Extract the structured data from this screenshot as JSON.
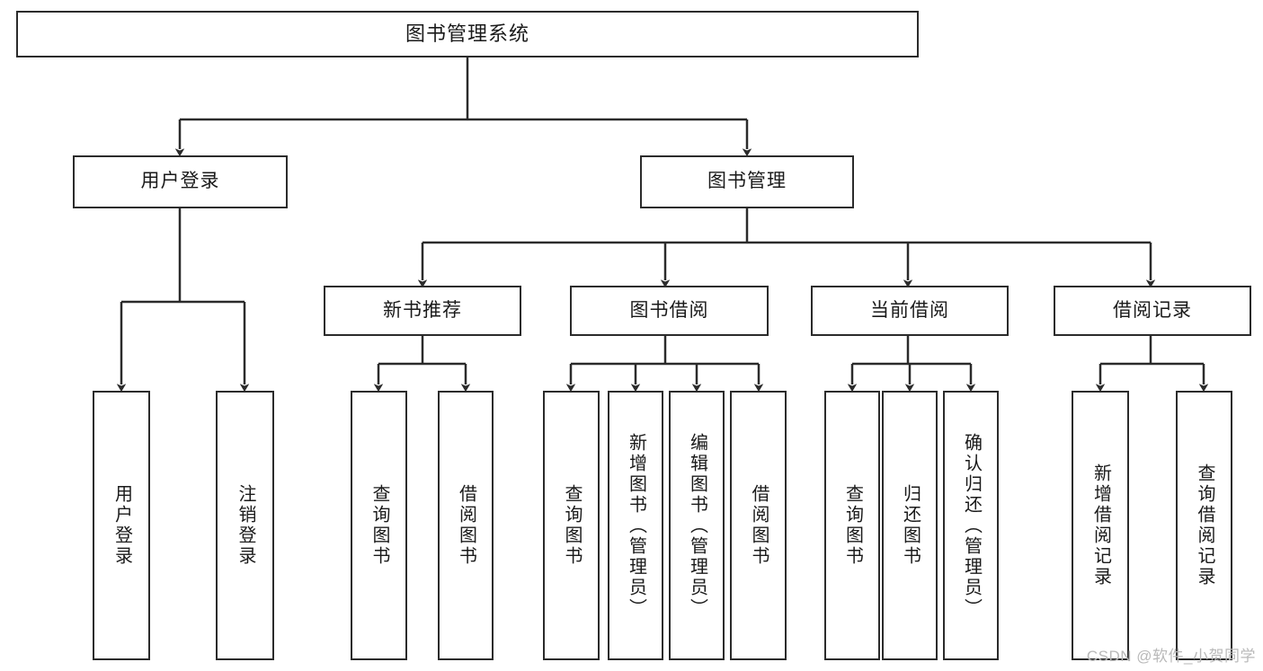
{
  "diagram": {
    "type": "tree",
    "title": "图书管理系统",
    "orientation": "top-down",
    "colors": {
      "box_border": "#2b2b2b",
      "box_fill": "#ffffff",
      "edge": "#2b2b2b",
      "text": "#1a1a1a",
      "watermark": "#b9b9b9",
      "background": "#ffffff"
    },
    "nodes": {
      "root": {
        "label": "图书管理系统"
      },
      "level2": [
        {
          "id": "user-login",
          "label": "用户登录"
        },
        {
          "id": "book-manage",
          "label": "图书管理"
        }
      ],
      "level3": [
        {
          "id": "new-book-recommend",
          "label": "新书推荐"
        },
        {
          "id": "book-borrow",
          "label": "图书借阅"
        },
        {
          "id": "current-borrow",
          "label": "当前借阅"
        },
        {
          "id": "borrow-record",
          "label": "借阅记录"
        }
      ],
      "leaves": {
        "user-login": [
          {
            "id": "leaf-user-login",
            "label": "用户登录"
          },
          {
            "id": "leaf-logout-login",
            "label": "注销登录"
          }
        ],
        "new-book-recommend": [
          {
            "id": "leaf-query-book-1",
            "label": "查询图书"
          },
          {
            "id": "leaf-borrow-book-1",
            "label": "借阅图书"
          }
        ],
        "book-borrow": [
          {
            "id": "leaf-query-book-2",
            "label": "查询图书"
          },
          {
            "id": "leaf-add-book",
            "label": "新增图书（管理员）"
          },
          {
            "id": "leaf-edit-book",
            "label": "编辑图书（管理员）"
          },
          {
            "id": "leaf-borrow-book-2",
            "label": "借阅图书"
          }
        ],
        "current-borrow": [
          {
            "id": "leaf-query-book-3",
            "label": "查询图书"
          },
          {
            "id": "leaf-return-book",
            "label": "归还图书"
          },
          {
            "id": "leaf-confirm-return",
            "label": "确认归还（管理员）"
          }
        ],
        "borrow-record": [
          {
            "id": "leaf-add-record",
            "label": "新增借阅记录"
          },
          {
            "id": "leaf-query-record",
            "label": "查询借阅记录"
          }
        ]
      }
    },
    "watermark": "CSDN @软件_小贺同学"
  }
}
